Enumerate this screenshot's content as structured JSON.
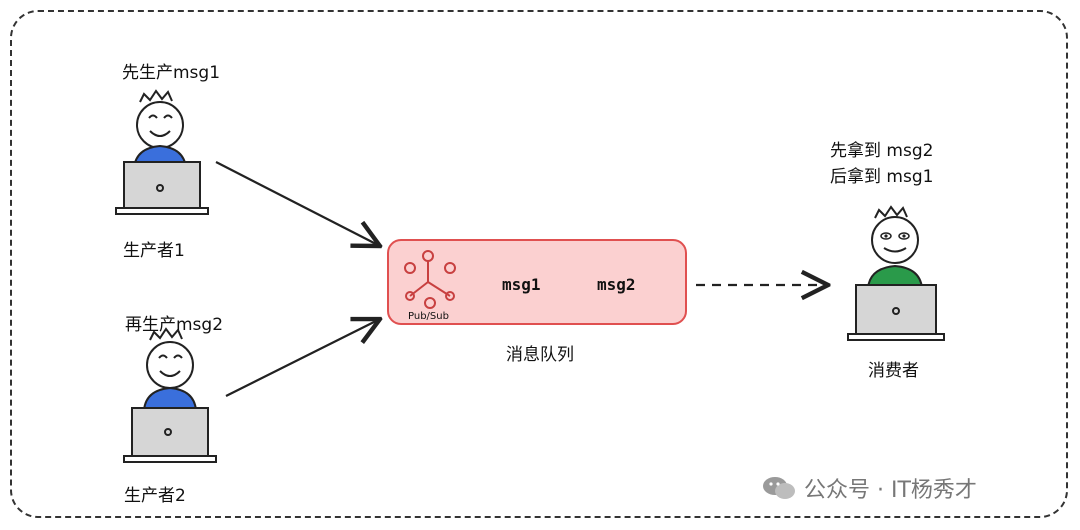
{
  "producer1": {
    "note": "先生产msg1",
    "label": "生产者1"
  },
  "producer2": {
    "note": "再生产msg2",
    "label": "生产者2"
  },
  "queue": {
    "icon_label": "Pub/Sub",
    "msg1": "msg1",
    "msg2": "msg2",
    "label": "消息队列"
  },
  "consumer": {
    "note_line1": "先拿到 msg2",
    "note_line2": "后拿到 msg1",
    "label": "消费者"
  },
  "watermark": {
    "text": "公众号 · IT杨秀才"
  },
  "colors": {
    "producer_shirt": "#3a6fdc",
    "consumer_shirt": "#2a9a4a",
    "queue_fill": "#fbd0d0",
    "queue_border": "#e05050",
    "pubsub_icon": "#c84040"
  },
  "icons": {
    "pubsub": "pubsub-icon",
    "watermark": "wechat-icon"
  }
}
